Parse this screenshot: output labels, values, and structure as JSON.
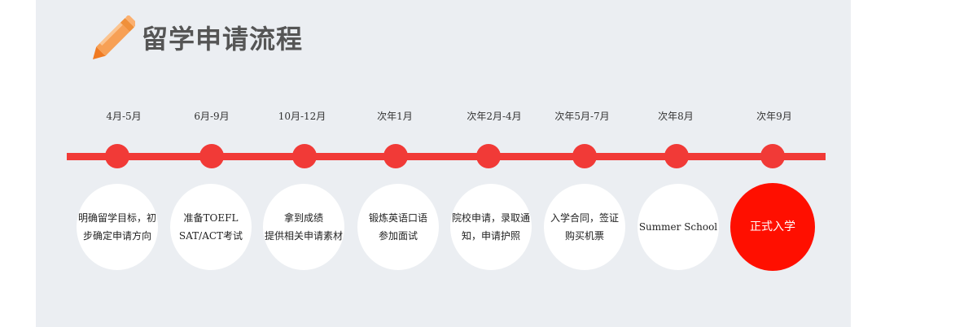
{
  "header": {
    "title": "留学申请流程",
    "icon": "pencil-icon"
  },
  "colors": {
    "panel_background": "#ebeef2",
    "timeline": "#f13a37",
    "title_text": "#555555",
    "final_step": "#ff0f00",
    "pencil_body": "#f7a055",
    "pencil_tip": "#f07a22"
  },
  "timeline": {
    "dates": [
      "4月-5月",
      "6月-9月",
      "10月-12月",
      "次年1月",
      "次年2月-4月",
      "次年5月-7月",
      "次年8月",
      "次年9月"
    ],
    "steps": [
      {
        "lines": [
          "明确留学目标，初",
          "步确定申请方向"
        ]
      },
      {
        "lines": [
          "准备TOEFL",
          "SAT/ACT考试"
        ]
      },
      {
        "lines": [
          "拿到成绩",
          "提供相关申请素材"
        ]
      },
      {
        "lines": [
          "锻炼英语口语",
          "参加面试"
        ]
      },
      {
        "lines": [
          "院校申请，录取通",
          "知，申请护照"
        ]
      },
      {
        "lines": [
          "入学合同，签证",
          "购买机票"
        ]
      },
      {
        "lines": [
          "Summer School"
        ]
      },
      {
        "lines": [
          "正式入学"
        ]
      }
    ]
  }
}
